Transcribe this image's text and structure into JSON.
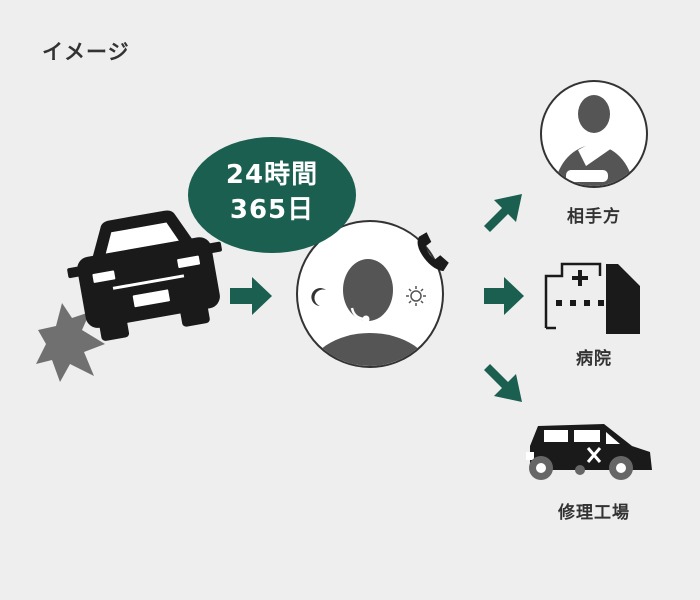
{
  "page": {
    "title": "イメージ"
  },
  "service_badge": {
    "line1": "24時間",
    "line2": "365日"
  },
  "destinations": [
    {
      "label": "相手方",
      "icon": "injured-person-icon"
    },
    {
      "label": "病院",
      "icon": "hospital-icon"
    },
    {
      "label": "修理工場",
      "icon": "damaged-car-icon"
    }
  ],
  "colors": {
    "accent": "#1a5f4f",
    "dark": "#1a1a1a",
    "grey": "#666666",
    "background": "#eeeeee"
  }
}
